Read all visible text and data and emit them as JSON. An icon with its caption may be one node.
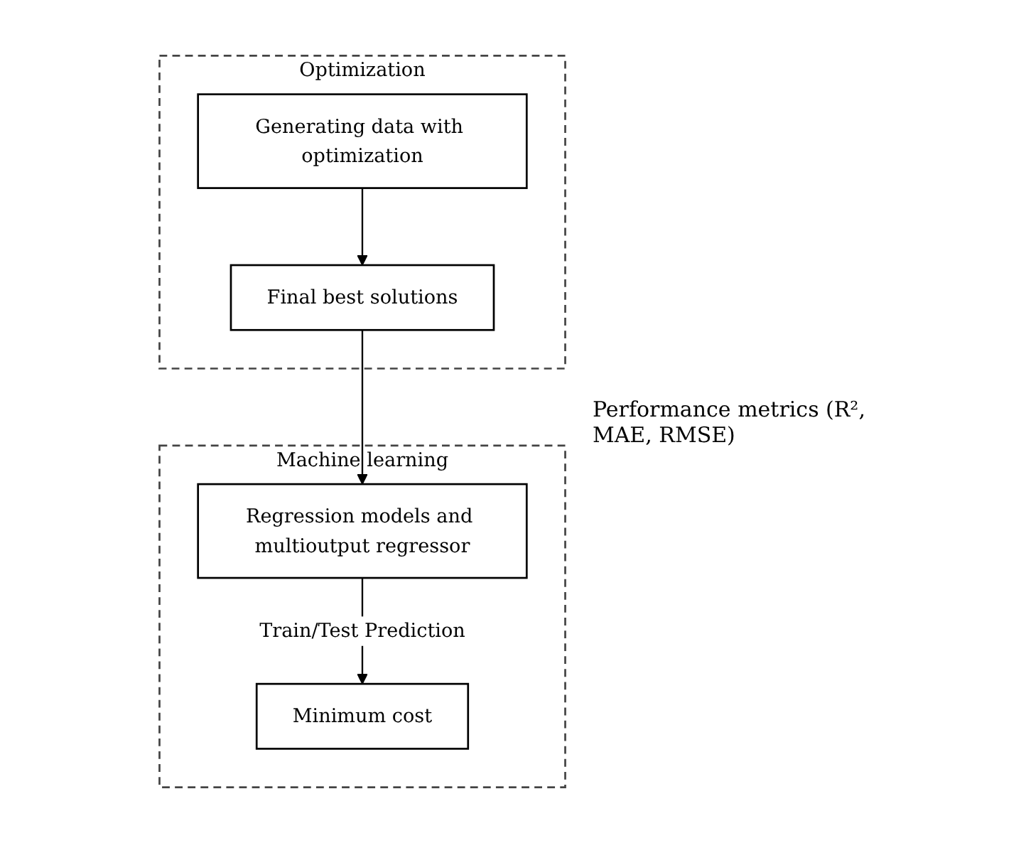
{
  "diagram": {
    "nodes": [
      {
        "text": [
          "Optimization"
        ]
      },
      {
        "text": [
          "Generating data with optimization"
        ],
        "in": 0
      },
      {
        "text": [
          "Final best solutions"
        ],
        "in": 0
      },
      {
        "text": [
          "Machine learning"
        ]
      },
      {
        "text": [
          "Regression models and multioutput regressor"
        ],
        "in": 3
      },
      {
        "text": [
          "Minimum cost"
        ],
        "in": 3
      }
    ],
    "edges": [
      {
        "from": 1,
        "to": 2,
        "arrow": "to"
      },
      {
        "from": 2,
        "to": 4,
        "arrow": "to"
      },
      {
        "from": 4,
        "to": 5,
        "arrow": "to",
        "label": "Train/Test Prediction"
      }
    ],
    "labels": [
      "Performance metrics (R², MAE, RMSE)"
    ]
  }
}
